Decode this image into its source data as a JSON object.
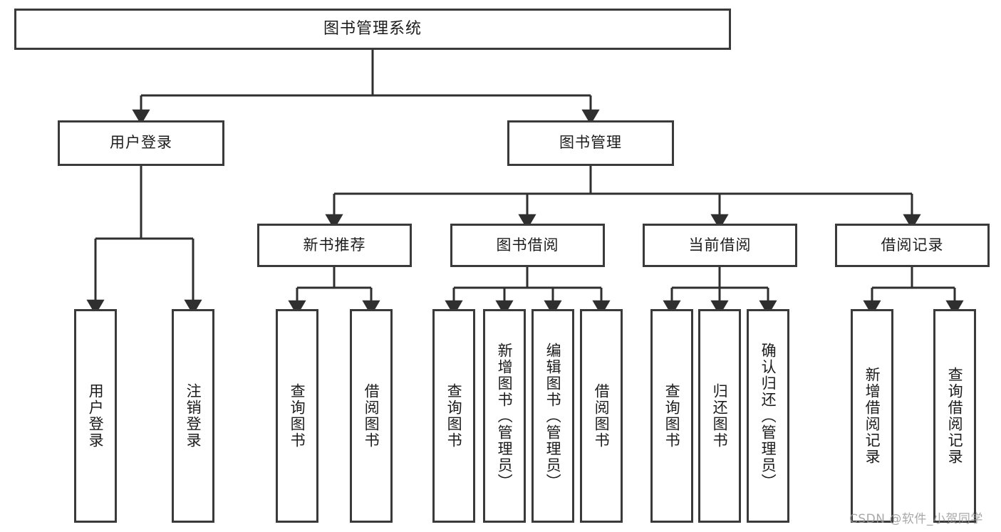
{
  "diagram": {
    "title": "图书管理系统",
    "type": "tree",
    "watermark": "CSDN @软件_小贺同学",
    "colors": {
      "box_border": "#3a3a3a",
      "box_fill": "#ffffff",
      "edge": "#2f2f2f",
      "text": "#1c1c1c",
      "watermark": "#9a9a9a"
    },
    "levels": {
      "root": [
        "图书管理系统"
      ],
      "level2": [
        "用户登录",
        "图书管理"
      ],
      "level3": [
        "新书推荐",
        "图书借阅",
        "当前借阅",
        "借阅记录"
      ],
      "leaves": [
        "用户登录",
        "注销登录",
        "查询图书",
        "借阅图书",
        "查询图书",
        "新增图书（管理员）",
        "编辑图书（管理员）",
        "借阅图书",
        "查询图书",
        "归还图书",
        "确认归还（管理员）",
        "新增借阅记录",
        "查询借阅记录"
      ]
    },
    "nodes": {
      "root": {
        "label": "图书管理系统"
      },
      "user_login": {
        "label": "用户登录"
      },
      "book_manage": {
        "label": "图书管理"
      },
      "new_book_rec": {
        "label": "新书推荐"
      },
      "book_borrow": {
        "label": "图书借阅"
      },
      "current_borrow": {
        "label": "当前借阅"
      },
      "borrow_record": {
        "label": "借阅记录"
      },
      "leaf_user_login": {
        "label": "用户登录"
      },
      "leaf_logout": {
        "label": "注销登录"
      },
      "leaf_query_book_a": {
        "label": "查询图书"
      },
      "leaf_borrow_book_a": {
        "label": "借阅图书"
      },
      "leaf_query_book_b": {
        "label": "查询图书"
      },
      "leaf_add_book_admin": {
        "label": "新增图书（管理员）"
      },
      "leaf_edit_book_admin": {
        "label": "编辑图书（管理员）"
      },
      "leaf_borrow_book_b": {
        "label": "借阅图书"
      },
      "leaf_query_book_c": {
        "label": "查询图书"
      },
      "leaf_return_book": {
        "label": "归还图书"
      },
      "leaf_confirm_return_admin": {
        "label": "确认归还（管理员）"
      },
      "leaf_add_record": {
        "label": "新增借阅记录"
      },
      "leaf_query_record": {
        "label": "查询借阅记录"
      }
    },
    "edges": [
      {
        "from": "root",
        "to": "user_login"
      },
      {
        "from": "root",
        "to": "book_manage"
      },
      {
        "from": "user_login",
        "to": "leaf_user_login"
      },
      {
        "from": "user_login",
        "to": "leaf_logout"
      },
      {
        "from": "book_manage",
        "to": "new_book_rec"
      },
      {
        "from": "book_manage",
        "to": "book_borrow"
      },
      {
        "from": "book_manage",
        "to": "current_borrow"
      },
      {
        "from": "book_manage",
        "to": "borrow_record"
      },
      {
        "from": "new_book_rec",
        "to": "leaf_query_book_a"
      },
      {
        "from": "new_book_rec",
        "to": "leaf_borrow_book_a"
      },
      {
        "from": "book_borrow",
        "to": "leaf_query_book_b"
      },
      {
        "from": "book_borrow",
        "to": "leaf_add_book_admin"
      },
      {
        "from": "book_borrow",
        "to": "leaf_edit_book_admin"
      },
      {
        "from": "book_borrow",
        "to": "leaf_borrow_book_b"
      },
      {
        "from": "current_borrow",
        "to": "leaf_query_book_c"
      },
      {
        "from": "current_borrow",
        "to": "leaf_return_book"
      },
      {
        "from": "current_borrow",
        "to": "leaf_confirm_return_admin"
      },
      {
        "from": "borrow_record",
        "to": "leaf_add_record"
      },
      {
        "from": "borrow_record",
        "to": "leaf_query_record"
      }
    ]
  }
}
